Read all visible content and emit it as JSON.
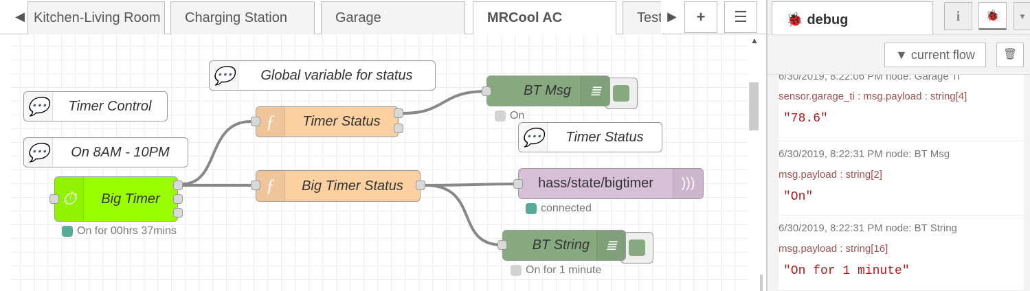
{
  "tabs": [
    {
      "label": "Kitchen-Living Room"
    },
    {
      "label": "Charging Station"
    },
    {
      "label": "Garage"
    },
    {
      "label": "MRCool AC",
      "active": true
    },
    {
      "label": "Test"
    }
  ],
  "toolbar": {
    "add_icon": "plus-icon",
    "list_icon": "list-icon"
  },
  "nodes": {
    "comment_global": "Global variable for status",
    "comment_timer_control": "Timer Control",
    "comment_schedule": "On 8AM - 10PM",
    "big_timer": {
      "label": "Big Timer",
      "status": "On for 00hrs 37mins",
      "color": "#99ff00",
      "status_color": "#5a9"
    },
    "timer_status_fn": "Timer Status",
    "big_timer_status_fn": "Big Timer Status",
    "bt_msg": {
      "label": "BT Msg",
      "status": "On"
    },
    "comment_timer_status": "Timer Status",
    "mqtt_out": {
      "label": "hass/state/bigtimer",
      "status": "connected"
    },
    "bt_string": {
      "label": "BT String",
      "status": "On for 1 minute"
    }
  },
  "sidebar": {
    "title": "debug",
    "info_icon": "i",
    "filter_label": "current flow",
    "messages": [
      {
        "meta": "6/30/2019, 8:22:06 PM   node: Garage Ti",
        "topic": "sensor.garage_ti : msg.payload : string[4]",
        "value": "\"78.6\""
      },
      {
        "meta": "6/30/2019, 8:22:31 PM   node: BT Msg",
        "topic": "msg.payload : string[2]",
        "value": "\"On\""
      },
      {
        "meta": "6/30/2019, 8:22:31 PM   node: BT String",
        "topic": "msg.payload : string[16]",
        "value": "\"On for 1 minute\""
      }
    ]
  }
}
